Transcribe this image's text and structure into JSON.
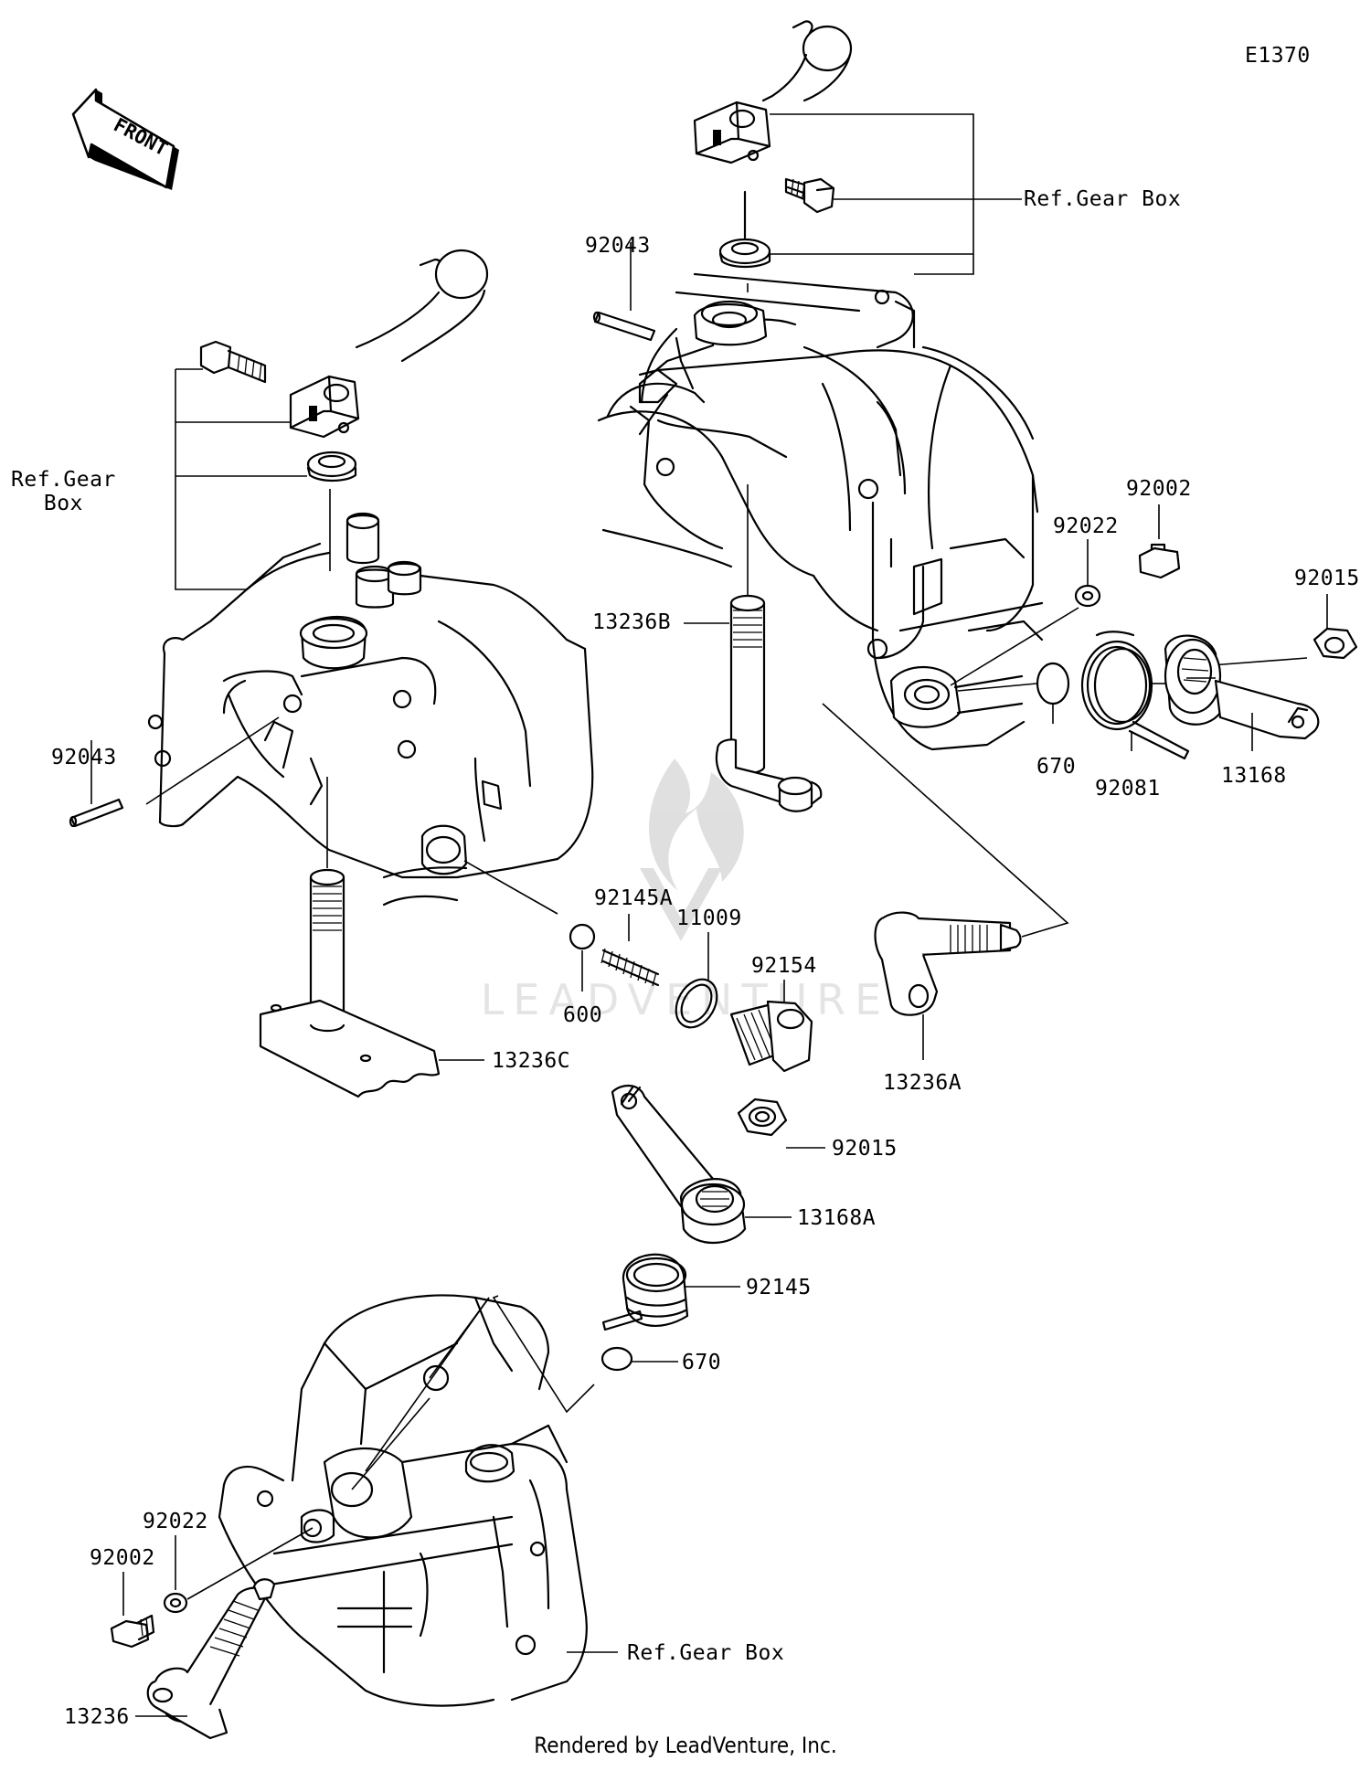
{
  "diagram_code": "E1370",
  "front_badge": "FRONT",
  "footer": "Rendered by LeadVenture, Inc.",
  "watermark": "LEADVENTURE",
  "labels": {
    "ref_gear_box_top": "Ref.Gear Box",
    "ref_gear_box_left": "Ref.Gear\nBox",
    "ref_gear_box_bottom": "Ref.Gear Box",
    "p92043_top": "92043",
    "p92043_left": "92043",
    "p13236B": "13236B",
    "p92002_right": "92002",
    "p92022_right": "92022",
    "p92015_right": "92015",
    "p670_right": "670",
    "p92081": "92081",
    "p13168": "13168",
    "p92145A": "92145A",
    "p11009": "11009",
    "p92154": "92154",
    "p600": "600",
    "p13236C": "13236C",
    "p13236A": "13236A",
    "p92015_mid": "92015",
    "p13168A": "13168A",
    "p92145": "92145",
    "p670_mid": "670",
    "p92022_left": "92022",
    "p92002_left": "92002",
    "p13236": "13236"
  }
}
